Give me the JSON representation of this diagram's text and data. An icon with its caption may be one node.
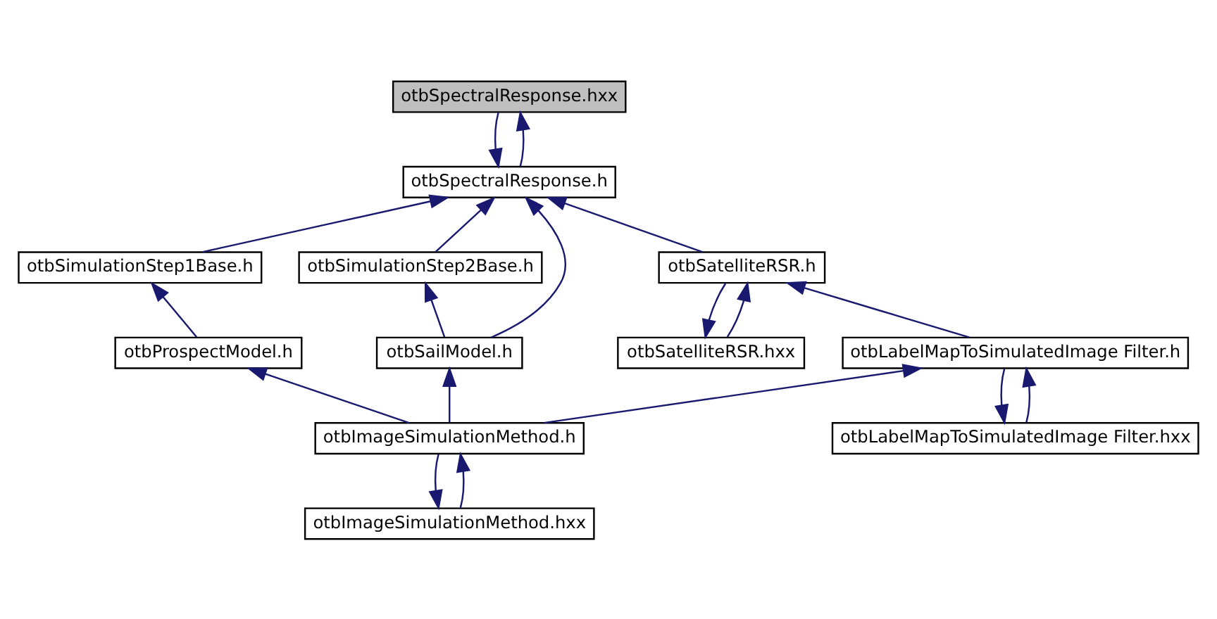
{
  "diagram": {
    "nodes": [
      {
        "text": [
          "otbSpectralResponse.hxx"
        ]
      },
      {
        "text": [
          "otbSpectralResponse.h"
        ]
      },
      {
        "text": [
          "otbSimulationStep1Base.h"
        ]
      },
      {
        "text": [
          "otbSimulationStep2Base.h"
        ]
      },
      {
        "text": [
          "otbSatelliteRSR.h"
        ]
      },
      {
        "text": [
          "otbProspectModel.h"
        ]
      },
      {
        "text": [
          "otbSailModel.h"
        ]
      },
      {
        "text": [
          "otbSatelliteRSR.hxx"
        ]
      },
      {
        "text": [
          "otbLabelMapToSimulatedImage Filter.h"
        ]
      },
      {
        "text": [
          "otbImageSimulationMethod.h"
        ]
      },
      {
        "text": [
          "otbLabelMapToSimulatedImage Filter.hxx"
        ]
      },
      {
        "text": [
          "otbImageSimulationMethod.hxx"
        ]
      }
    ],
    "edges": [
      {
        "from": 0,
        "to": 1,
        "arrow": "to"
      },
      {
        "from": 1,
        "to": 0,
        "arrow": "to"
      },
      {
        "from": 2,
        "to": 1,
        "arrow": "to"
      },
      {
        "from": 6,
        "to": 1,
        "arrow": "to"
      },
      {
        "from": 3,
        "to": 1,
        "arrow": "to"
      },
      {
        "from": 4,
        "to": 1,
        "arrow": "to"
      },
      {
        "from": 5,
        "to": 2,
        "arrow": "to"
      },
      {
        "from": 6,
        "to": 3,
        "arrow": "to"
      },
      {
        "from": 4,
        "to": 7,
        "arrow": "to"
      },
      {
        "from": 7,
        "to": 4,
        "arrow": "to"
      },
      {
        "from": 8,
        "to": 4,
        "arrow": "to"
      },
      {
        "from": 9,
        "to": 5,
        "arrow": "to"
      },
      {
        "from": 9,
        "to": 6,
        "arrow": "to"
      },
      {
        "from": 9,
        "to": 8,
        "arrow": "to"
      },
      {
        "from": 8,
        "to": 10,
        "arrow": "to"
      },
      {
        "from": 10,
        "to": 8,
        "arrow": "to"
      },
      {
        "from": 9,
        "to": 11,
        "arrow": "to"
      },
      {
        "from": 11,
        "to": 9,
        "arrow": "to"
      }
    ]
  }
}
